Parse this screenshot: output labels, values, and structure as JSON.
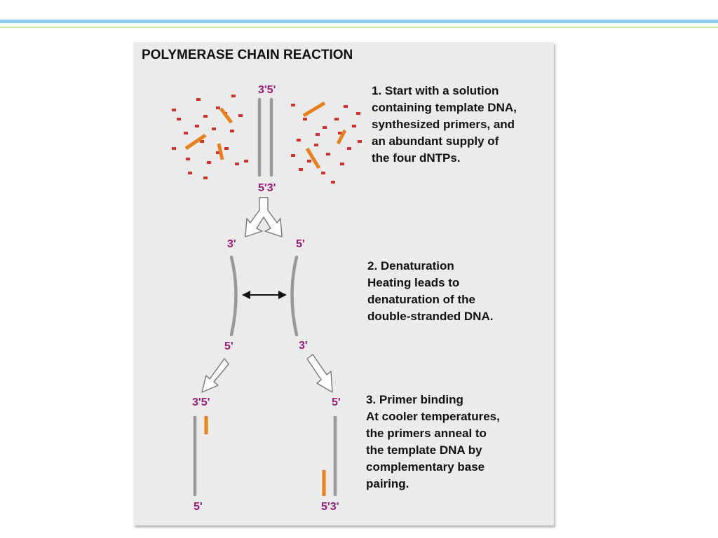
{
  "title": "POLYMERASE CHAIN REACTION",
  "steps": {
    "s1": "1. Start with a solution\ncontaining template DNA,\nsynthesized primers, and\nan abundant supply of\nthe four dNTPs.",
    "s2": "2. Denaturation\nHeating leads to\ndenaturation of the\ndouble-stranded DNA.",
    "s3": "3. Primer binding\nAt cooler temperatures,\nthe primers anneal to\nthe template DNA by\ncomplementary base\npairing."
  },
  "labels": {
    "top_a": "3'5'",
    "top_b": "5'3'",
    "mid_tl": "3'",
    "mid_tr": "5'",
    "mid_bl": "5'",
    "mid_br": "3'",
    "bot_tl": "3'5'",
    "bot_tr": "5'",
    "bot_bl": "5'",
    "bot_br": "5'3'"
  },
  "colors": {
    "strand": "#999999",
    "primer": "#e8801e",
    "dntp": "#d2342c",
    "label": "#9c1a78",
    "panel": "#ebebeb"
  }
}
